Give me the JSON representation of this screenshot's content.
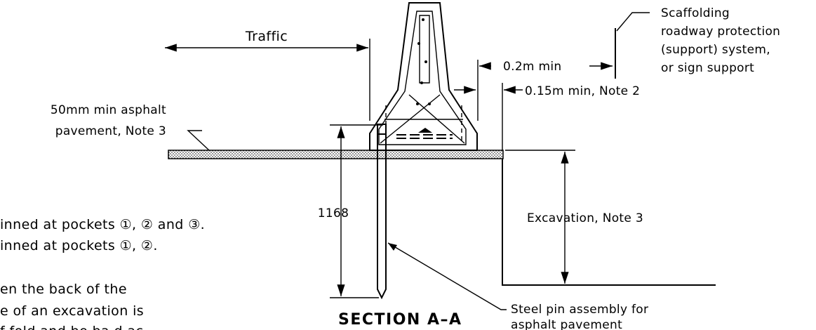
{
  "labels": {
    "traffic": "Traffic",
    "scaffold_line1": "Scaffolding",
    "scaffold_line2": "roadway protection",
    "scaffold_line3": "(support) system,",
    "scaffold_line4": "or sign support",
    "clearance_02": "0.2m min",
    "clearance_015": "0.15m min, Note 2",
    "asphalt_line1": "50mm min asphalt",
    "asphalt_line2": "pavement, Note 3",
    "pin_length": "1168",
    "excavation": "Excavation, Note 3",
    "steel_pin_line1": "Steel pin assembly for",
    "steel_pin_line2": "asphalt pavement",
    "section_title": "SECTION A–A"
  },
  "notes": {
    "line1": "inned at pockets ①, ② and ③.",
    "line2": "inned at pockets ①, ②.",
    "line3": "en the back of the",
    "line4": "e of an excavation is",
    "line5": "f fold  and  be  ba d  ac"
  }
}
